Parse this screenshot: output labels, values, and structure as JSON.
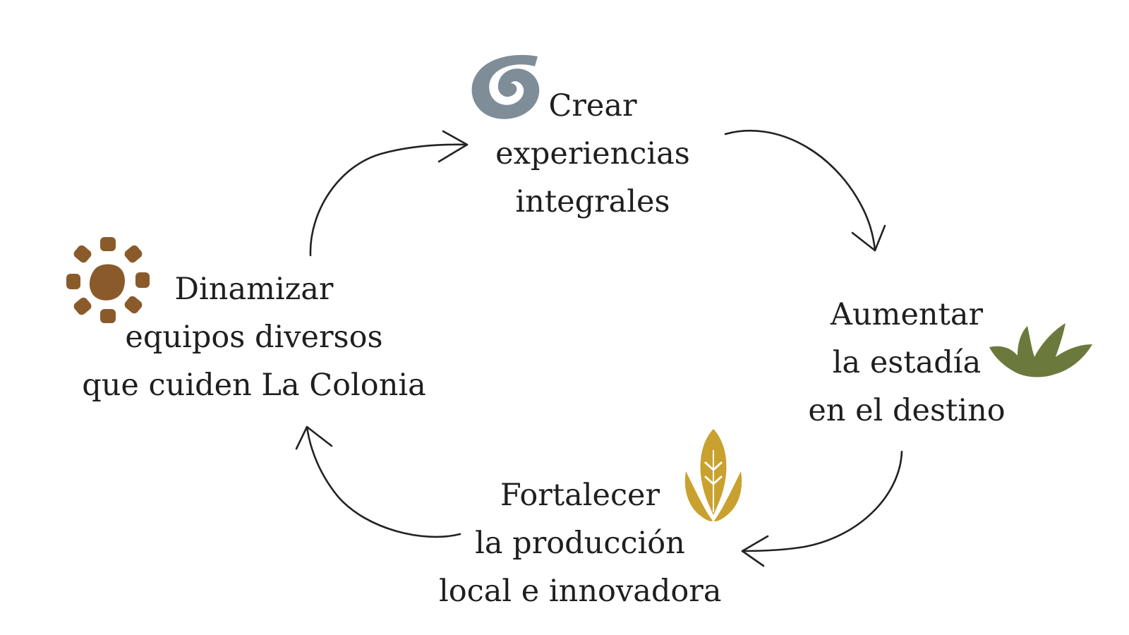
{
  "diagram": {
    "type": "cycle",
    "nodes": [
      {
        "id": "crear",
        "lines": [
          "Crear",
          "experiencias",
          "integrales"
        ],
        "icon": "spiral-icon",
        "icon_color": "#7f8d99"
      },
      {
        "id": "aumentar",
        "lines": [
          "Aumentar",
          "la estadía",
          "en el destino"
        ],
        "icon": "leaf-cluster-icon",
        "icon_color": "#6b7a3c"
      },
      {
        "id": "fortalecer",
        "lines": [
          "Fortalecer",
          "la producción",
          "local e innovadora"
        ],
        "icon": "sprout-icon",
        "icon_color": "#c9a12e"
      },
      {
        "id": "dinamizar",
        "lines": [
          "Dinamizar",
          "equipos diversos",
          "que cuiden La Colonia"
        ],
        "icon": "sun-dots-icon",
        "icon_color": "#8b5a2b"
      }
    ],
    "arrow_color": "#222222"
  }
}
